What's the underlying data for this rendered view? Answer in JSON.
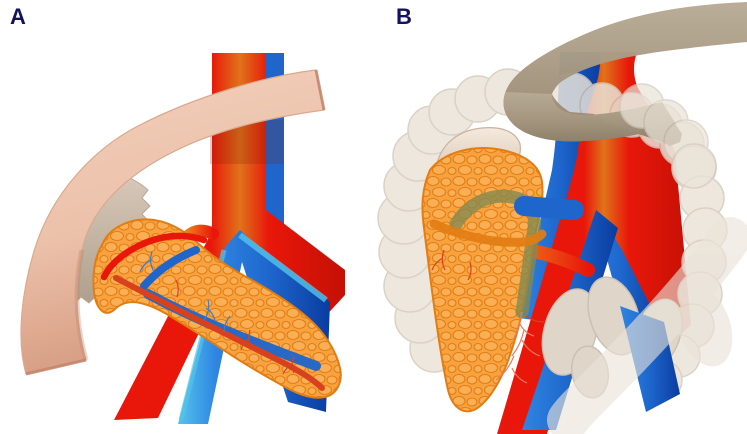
{
  "figure": {
    "kind": "two-panel medical illustration",
    "description": "Anatomical drawing of the pancreas and duodenum with major abdominal vessels; panel A shows the pancreas, duodenum and gastric remnant over the aorta and veins, panel B shows the same region with stomach, colon and small intestine overlaid",
    "background": "#ffffff"
  },
  "panels": [
    {
      "id": "A",
      "label": "A",
      "structures": [
        "duodenum",
        "stomach-remnant",
        "gastric-opening",
        "pancreas",
        "aorta",
        "inferior-vena-cava",
        "iliac-arteries",
        "iliac-veins",
        "celiac-artery",
        "splenic-artery",
        "splenic-vein",
        "vessel-twigs"
      ]
    },
    {
      "id": "B",
      "label": "B",
      "structures": [
        "stomach",
        "ascending-colon",
        "transverse-colon",
        "descending-colon",
        "sigmoid-colon",
        "small-intestine",
        "duodenal-stump",
        "pancreas",
        "aorta",
        "inferior-vena-cava",
        "iliac-vessels",
        "superior-mesenteric-artery",
        "superior-mesenteric-vein",
        "splenic-vessel-green",
        "vessel-twigs"
      ]
    }
  ],
  "colors": {
    "bg": "#ffffff",
    "label": "#12125e",
    "artery": "#e8170a",
    "arteryDeep": "#c51005",
    "arteryGlow": "#e0731a",
    "vein": "#1e66cc",
    "veinDeep": "#0a3ca0",
    "veinLight": "#54c4ea",
    "pancreas": "#f7a23e",
    "pancreasLobule": "#fbaf55",
    "pancreasLine": "#e27d14",
    "duodenum": "#ecc1aa",
    "duodenumDeep": "#d59b80",
    "duodenumEdge": "#c2826a",
    "remnant": "#ccbcab",
    "remnantDeep": "#ae9f8d",
    "remnantHole": "#84786b",
    "stomach": "#a3947d",
    "stomachLight": "#b8ab96",
    "stomachDeep": "#8f8069",
    "colon": "#eae3d8",
    "colonLine": "#d5cabc",
    "bowel": "#dfd6c9",
    "bowelLine": "#ccc1b1",
    "greenVessel": "#83894f",
    "stump": "#efe4d7",
    "stumpDeep": "#d7c2b0",
    "twigRed": "#d8411e",
    "twigBlue": "#3e7cc8",
    "pinkTwig": "#e87a5e"
  }
}
